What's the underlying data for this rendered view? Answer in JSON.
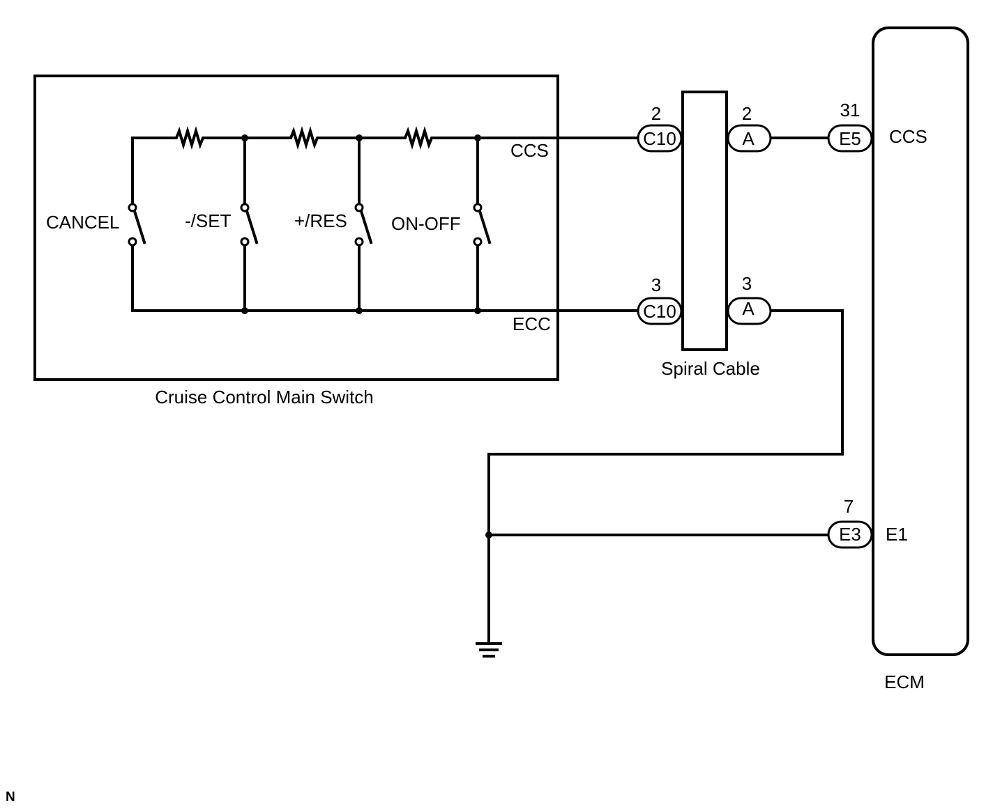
{
  "switch_box": {
    "title": "Cruise Control Main Switch",
    "ccs_label": "CCS",
    "ecc_label": "ECC",
    "switches": [
      "CANCEL",
      "-/SET",
      "+/RES",
      "ON-OFF"
    ]
  },
  "spiral_cable": {
    "title": "Spiral Cable",
    "connector_left": "C10",
    "connector_right": "A",
    "pins": {
      "ccs": "2",
      "ecc": "3"
    }
  },
  "ecm": {
    "title": "ECM",
    "ccs_pin": "31",
    "ccs_connector": "E5",
    "ccs_label": "CCS",
    "e1_pin": "7",
    "e1_connector": "E3",
    "e1_label": "E1"
  },
  "corner_mark": "N"
}
